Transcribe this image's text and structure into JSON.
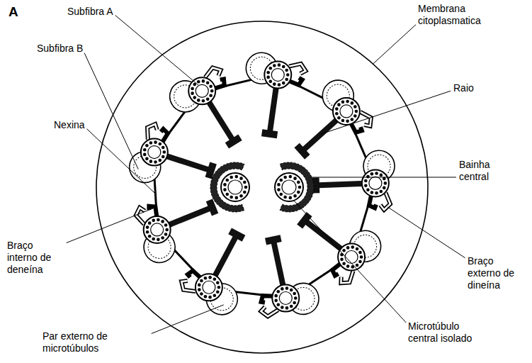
{
  "diagram": {
    "labels": [
      "A",
      "Subfibra A",
      "Subfibra B",
      "Membrana citoplasmatica",
      "Raio",
      "Nexina",
      "Bainha central",
      "Braço interno de deneína",
      "Braço externo de dineína",
      "Par externo de microtúbulos",
      "Microtúbulo central isolado"
    ]
  }
}
